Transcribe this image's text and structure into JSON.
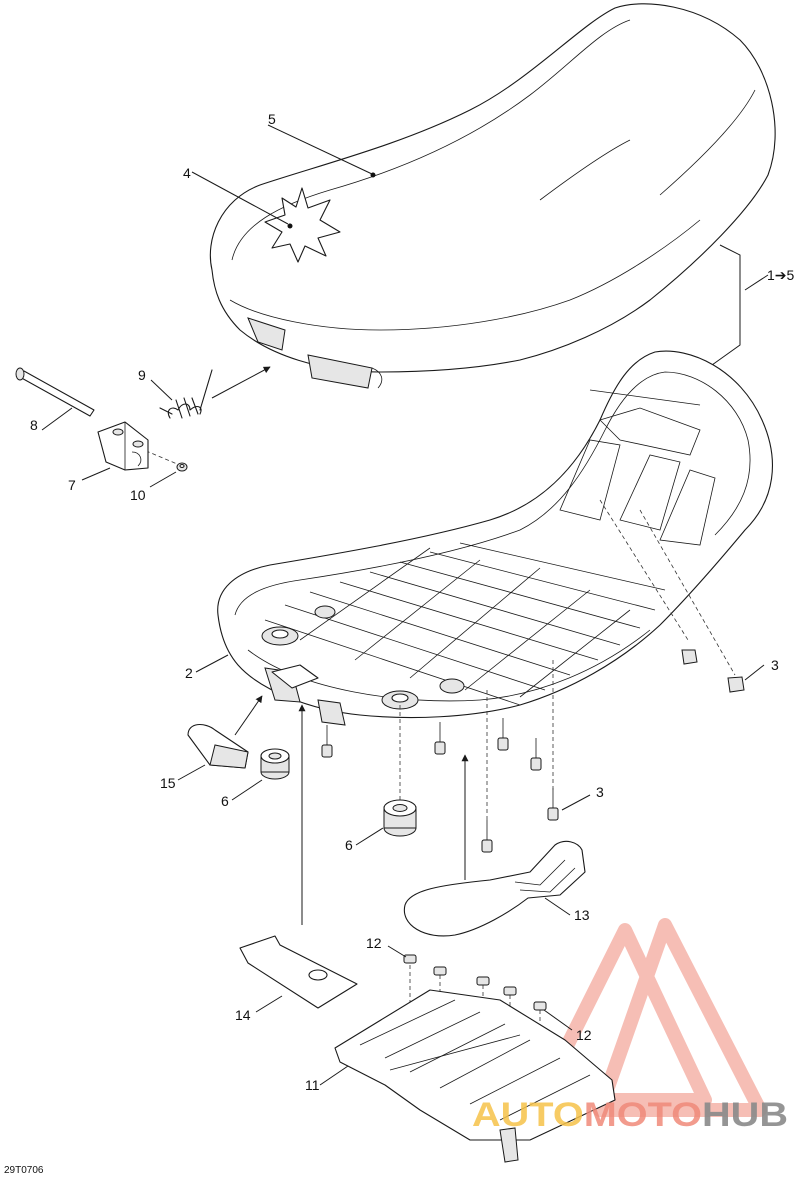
{
  "callouts": {
    "c1to5": "1➔5",
    "c2": "2",
    "c3a": "3",
    "c3b": "3",
    "c4": "4",
    "c5": "5",
    "c6a": "6",
    "c6b": "6",
    "c7": "7",
    "c8": "8",
    "c9": "9",
    "c10": "10",
    "c11": "11",
    "c12a": "12",
    "c12b": "12",
    "c13": "13",
    "c14": "14",
    "c15": "15"
  },
  "figure_code": "29T0706",
  "watermark": {
    "part1": "AUTO",
    "part2": "MOTO",
    "part3": "HUB",
    "logo_color": "#f08a7a",
    "accent_color": "#f6c24a"
  }
}
